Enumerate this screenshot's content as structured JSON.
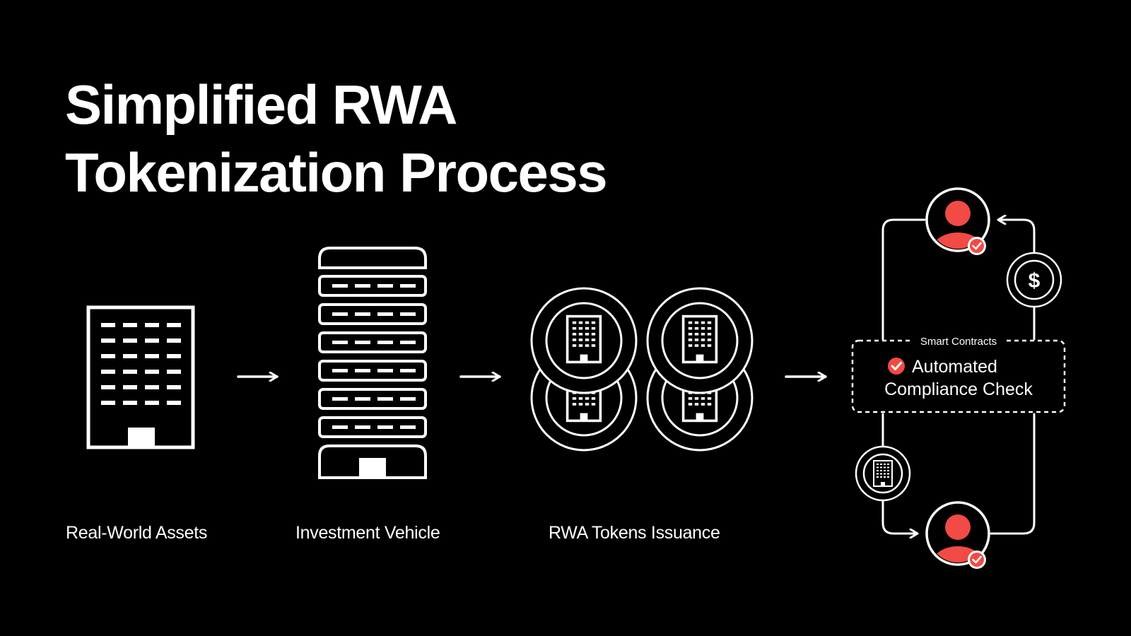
{
  "title": {
    "line1": "Simplified RWA",
    "line2": "Tokenization Process"
  },
  "steps": [
    {
      "label": "Real-World Assets"
    },
    {
      "label": "Investment Vehicle"
    },
    {
      "label": "RWA Tokens Issuance"
    }
  ],
  "smart_contracts": {
    "caption": "Smart Contracts",
    "line1": "Automated",
    "line2": "Compliance Check"
  },
  "icons": {
    "currency_symbol": "$"
  },
  "colors": {
    "background": "#000000",
    "foreground": "#ffffff",
    "accent": "#f24a45"
  }
}
